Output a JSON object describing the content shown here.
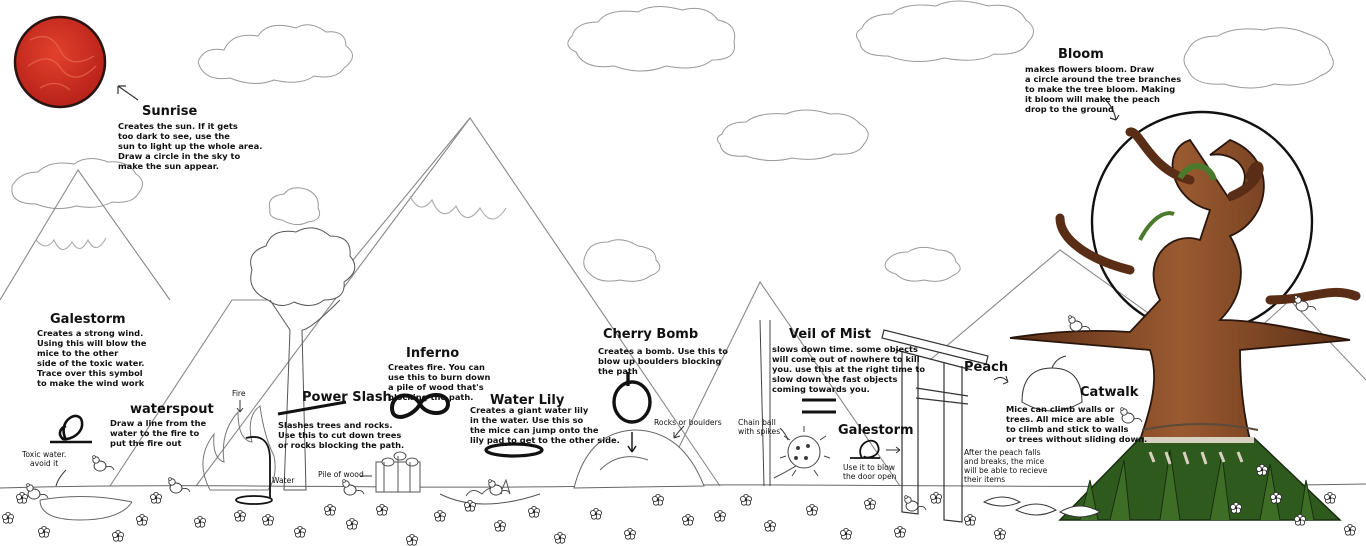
{
  "sunrise": {
    "title": "Sunrise",
    "desc": "Creates the sun. If it gets\ntoo dark to see, use the\nsun to light up the whole area.\nDraw a circle in the sky to\nmake the sun appear."
  },
  "bloom": {
    "title": "Bloom",
    "desc": "makes flowers bloom. Draw\na circle around the tree branches\nto make the tree bloom. Making\nit bloom will make the peach\ndrop to the ground"
  },
  "galestorm_left": {
    "title": "Galestorm",
    "desc": "Creates a strong wind.\nUsing this will blow the\nmice to the other\nside of the toxic water.\nTrace over this symbol\nto make the wind work"
  },
  "toxic": {
    "label": "Toxic water.\navoid it"
  },
  "waterspout": {
    "title": "waterspout",
    "desc": "Draw a line from the\nwater to the fire to\nput the fire out"
  },
  "fire": {
    "label": "Fire"
  },
  "water": {
    "label": "Water"
  },
  "power_slash": {
    "title": "Power Slash",
    "desc": "Slashes trees and rocks.\nUse this to cut down trees\nor rocks blocking the path."
  },
  "pile_of_wood": {
    "label": "Pile of wood"
  },
  "inferno": {
    "title": "Inferno",
    "desc": "Creates fire. You can\nuse this to burn down\na pile of wood that's\nblocking the path."
  },
  "water_lily": {
    "title": "Water Lily",
    "desc": "Creates a giant water lily\nin the water. Use this so\nthe mice can jump onto the\nlily pad to get to the other side."
  },
  "cherry_bomb": {
    "title": "Cherry Bomb",
    "desc": "Creates a bomb. Use this to\nblow up boulders blocking\nthe path"
  },
  "rocks": {
    "label": "Rocks or boulders"
  },
  "veil_of_mist": {
    "title": "Veil of Mist",
    "desc": "slows down time. some objects\nwill come out of nowhere to kill\nyou. use this at the right time to\nslow down the fast objects\ncoming towards you."
  },
  "chain_ball": {
    "label": "Chain ball\nwith spikes"
  },
  "galestorm_right": {
    "title": "Galestorm",
    "desc": "Use it to blow\nthe door open"
  },
  "peach": {
    "title": "Peach",
    "desc": "After the peach falls\nand breaks, the mice\nwill be able to recieve\ntheir items"
  },
  "catwalk": {
    "title": "Catwalk",
    "desc": "Mice can climb walls or\ntrees. All mice are able\nto climb and stick to walls\nor trees without sliding down."
  },
  "colors": {
    "sun": "#cc2a1c",
    "sun_stroke": "#2a1410",
    "trunk": "#7a4424",
    "moss": "#4c7a2c",
    "grass": "#2f5a1e",
    "rope": "#d8d0c0"
  }
}
